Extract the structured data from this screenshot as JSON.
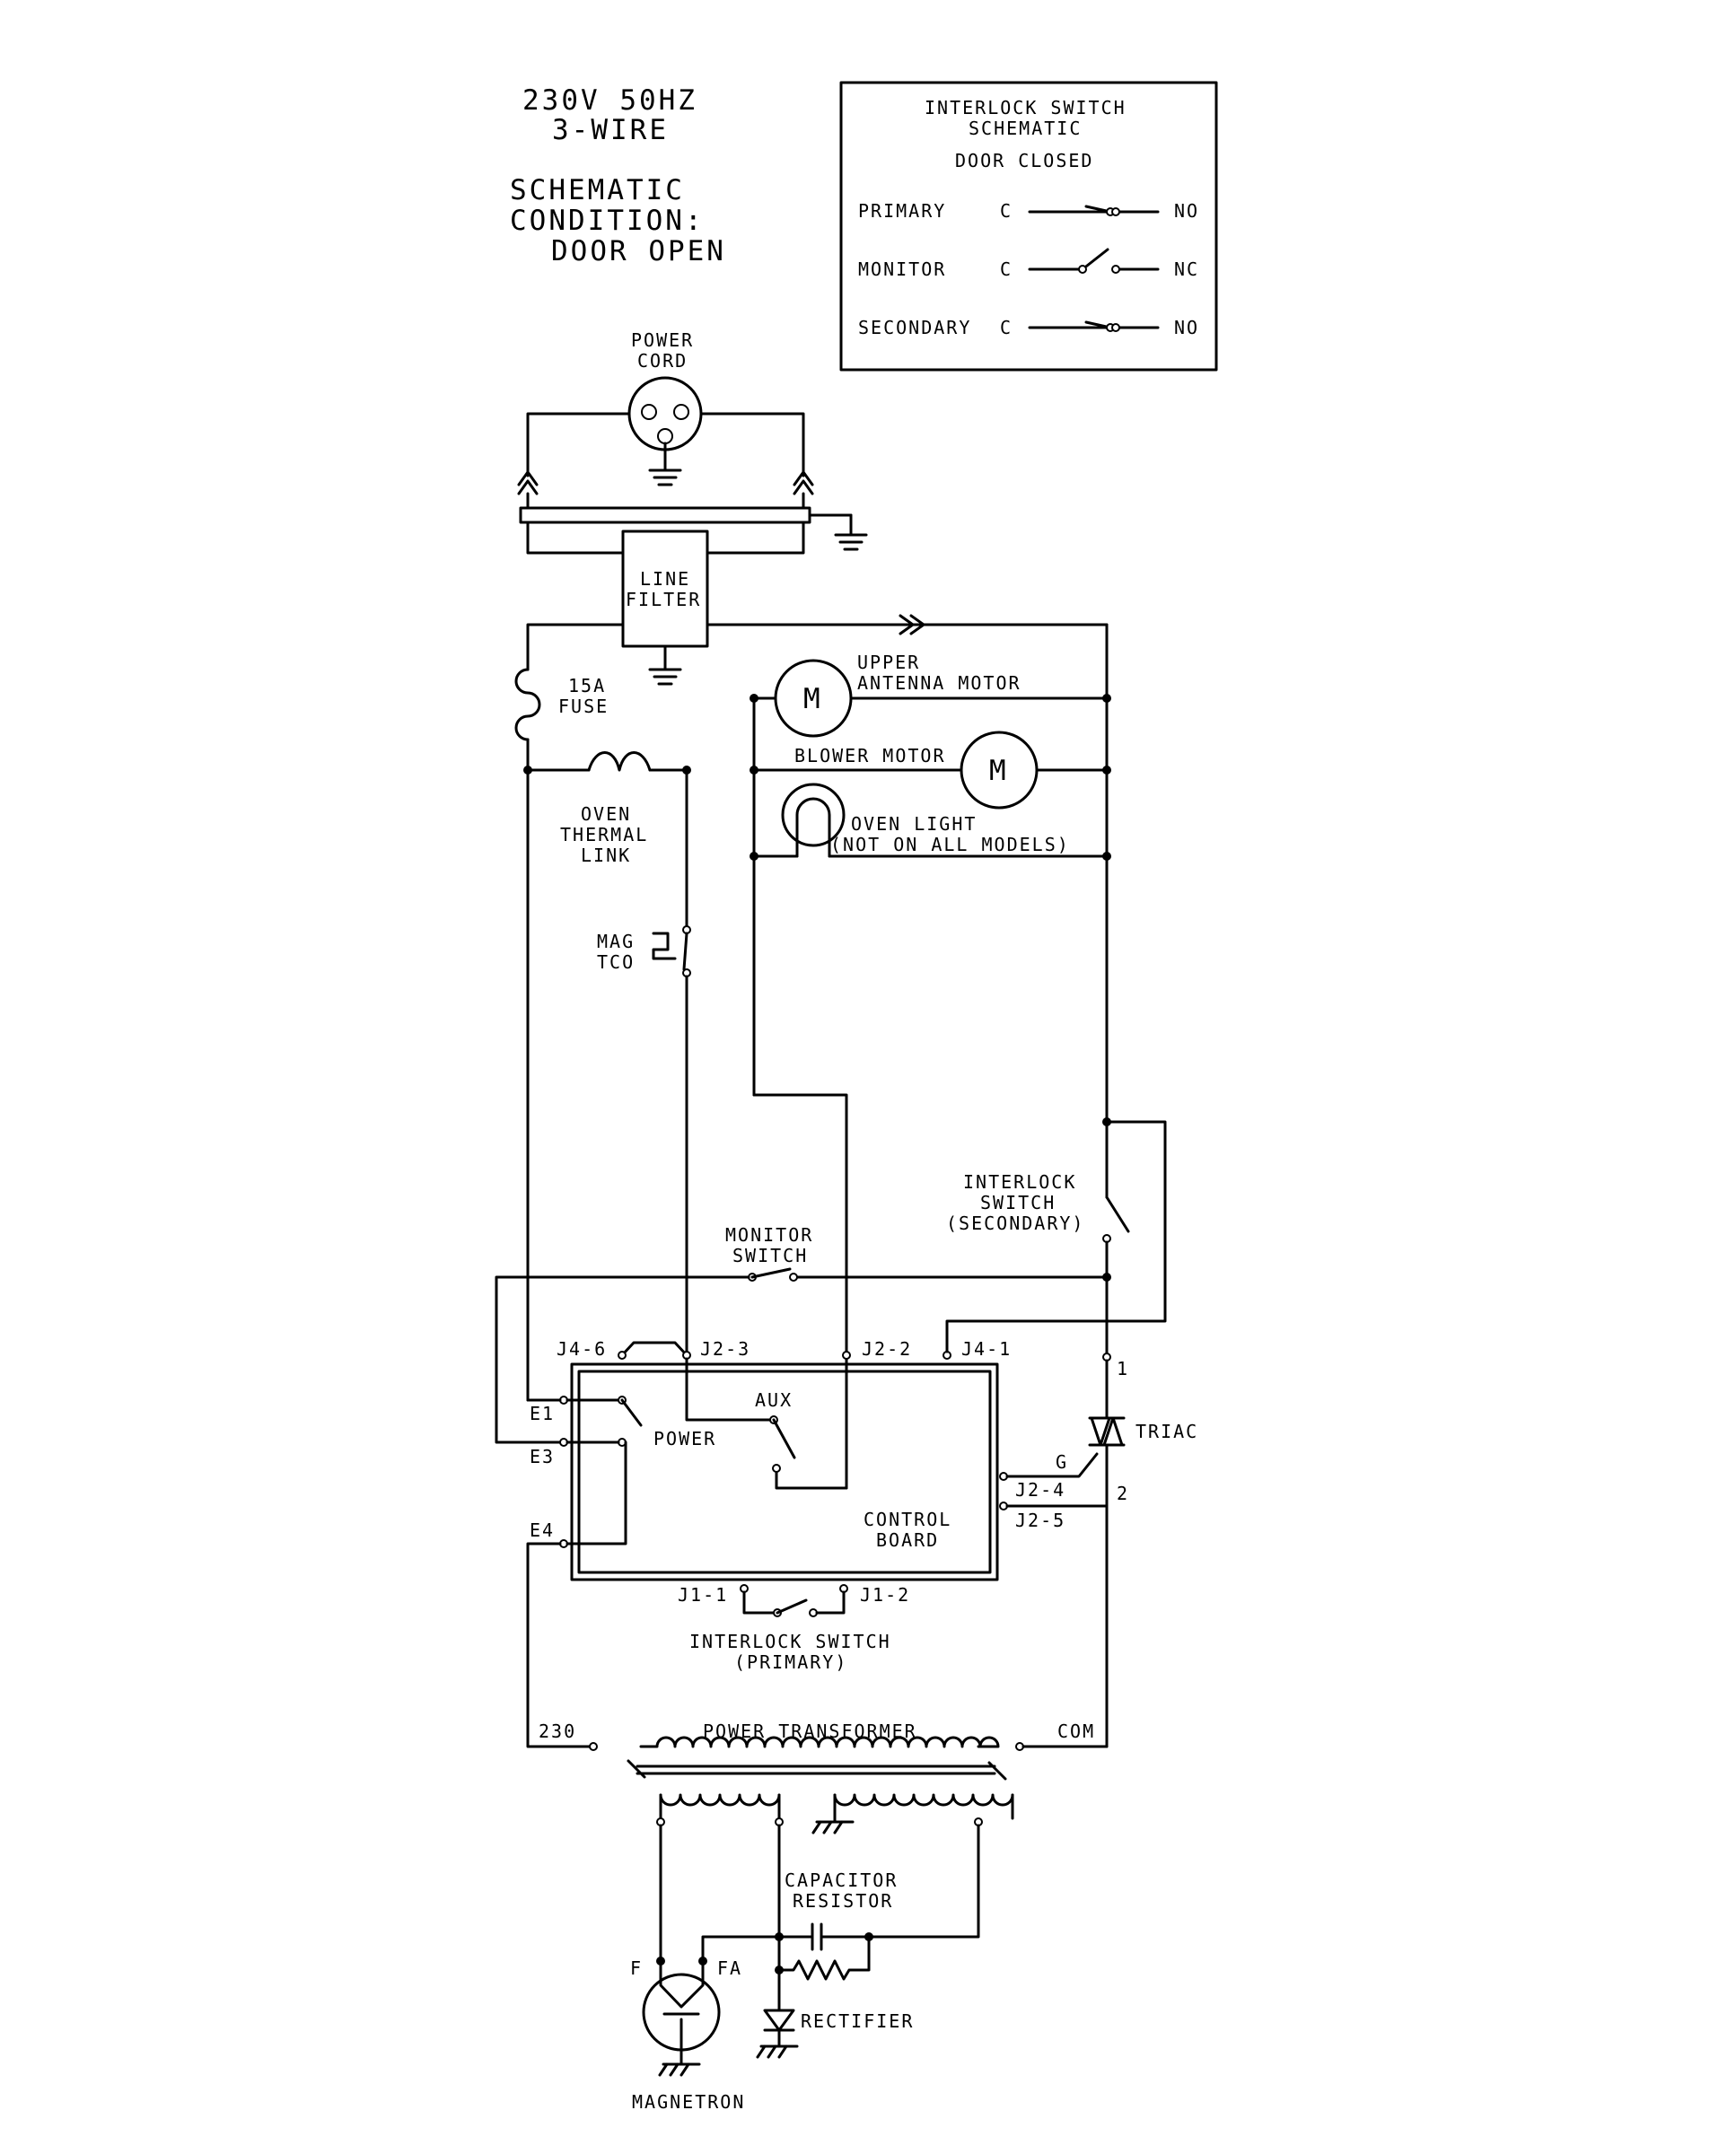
{
  "header": {
    "supply_line1": "230V 50HZ",
    "supply_line2": "3-WIRE",
    "condition_line1": "SCHEMATIC",
    "condition_line2": "CONDITION:",
    "condition_line3": "DOOR OPEN"
  },
  "legend": {
    "title_line1": "INTERLOCK SWITCH",
    "title_line2": "SCHEMATIC",
    "subtitle": "DOOR CLOSED",
    "rows": [
      {
        "name": "PRIMARY",
        "common": "C",
        "contact": "NO"
      },
      {
        "name": "MONITOR",
        "common": "C",
        "contact": "NC"
      },
      {
        "name": "SECONDARY",
        "common": "C",
        "contact": "NO"
      }
    ]
  },
  "components": {
    "power_cord": [
      "POWER",
      "CORD"
    ],
    "line_filter": [
      "LINE",
      "FILTER"
    ],
    "fuse": [
      "15A",
      "FUSE"
    ],
    "thermal_link": [
      "OVEN",
      "THERMAL",
      "LINK"
    ],
    "mag_tco": [
      "MAG",
      "TCO"
    ],
    "antenna_motor": [
      "UPPER",
      "ANTENNA MOTOR"
    ],
    "blower_motor": "BLOWER MOTOR",
    "motor_symbol": "M",
    "oven_light": [
      "OVEN LIGHT",
      "(NOT ON ALL MODELS)"
    ],
    "interlock_secondary": [
      "INTERLOCK",
      "SWITCH",
      "(SECONDARY)"
    ],
    "monitor_switch": [
      "MONITOR",
      "SWITCH"
    ],
    "triac": "TRIAC",
    "triac_terminal_1": "1",
    "triac_terminal_2": "2",
    "triac_gate": "G",
    "control_board": [
      "CONTROL",
      "BOARD"
    ],
    "relay_power": "POWER",
    "relay_aux": "AUX",
    "interlock_primary": [
      "INTERLOCK SWITCH",
      "(PRIMARY)"
    ],
    "power_transformer": "POWER TRANSFORMER",
    "transformer_230": "230",
    "transformer_com": "COM",
    "capacitor_resistor": [
      "CAPACITOR",
      "RESISTOR"
    ],
    "rectifier": "RECTIFIER",
    "magnetron": "MAGNETRON",
    "filament_f": "F",
    "filament_fa": "FA"
  },
  "connectors": {
    "j4_6": "J4-6",
    "j2_3": "J2-3",
    "j2_2": "J2-2",
    "j4_1": "J4-1",
    "e1": "E1",
    "e3": "E3",
    "e4": "E4",
    "j2_4": "J2-4",
    "j2_5": "J2-5",
    "j1_1": "J1-1",
    "j1_2": "J1-2"
  }
}
